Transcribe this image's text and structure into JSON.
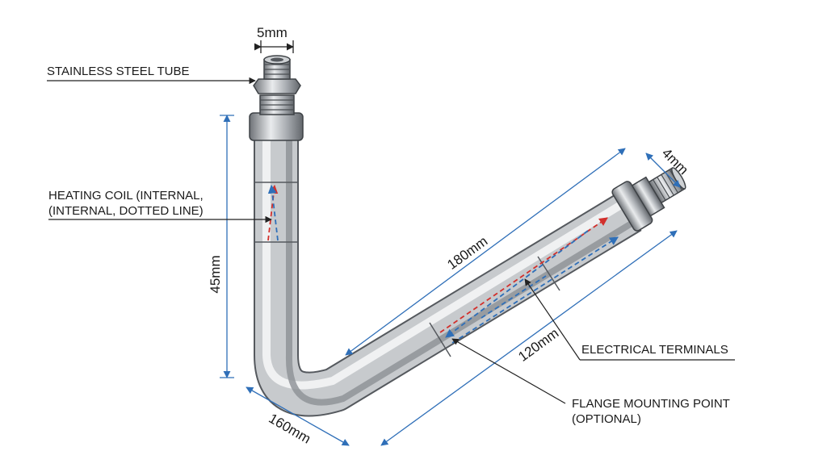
{
  "labels": {
    "tube": "STAINLESS STEEL TUBE",
    "coil_line1": "HEATING COIL (INTERNAL,",
    "coil_line2": "(INTERNAL, DOTTED LINE)",
    "terminals": "ELECTRICAL TERMINALS",
    "flange_line1": "FLANGE MOUNTING POINT",
    "flange_line2": "(OPTIONAL)"
  },
  "dimensions": {
    "top_width": "5mm",
    "vertical": "45mm",
    "diagonal": "180mm",
    "end_fitting": "4mm",
    "inner_segment": "120mm",
    "bottom": "160mm"
  },
  "colors": {
    "dimension_line": "#2f6fb8",
    "coil_red": "#d2302c",
    "coil_blue": "#2f6fb8",
    "leader": "#222222"
  }
}
